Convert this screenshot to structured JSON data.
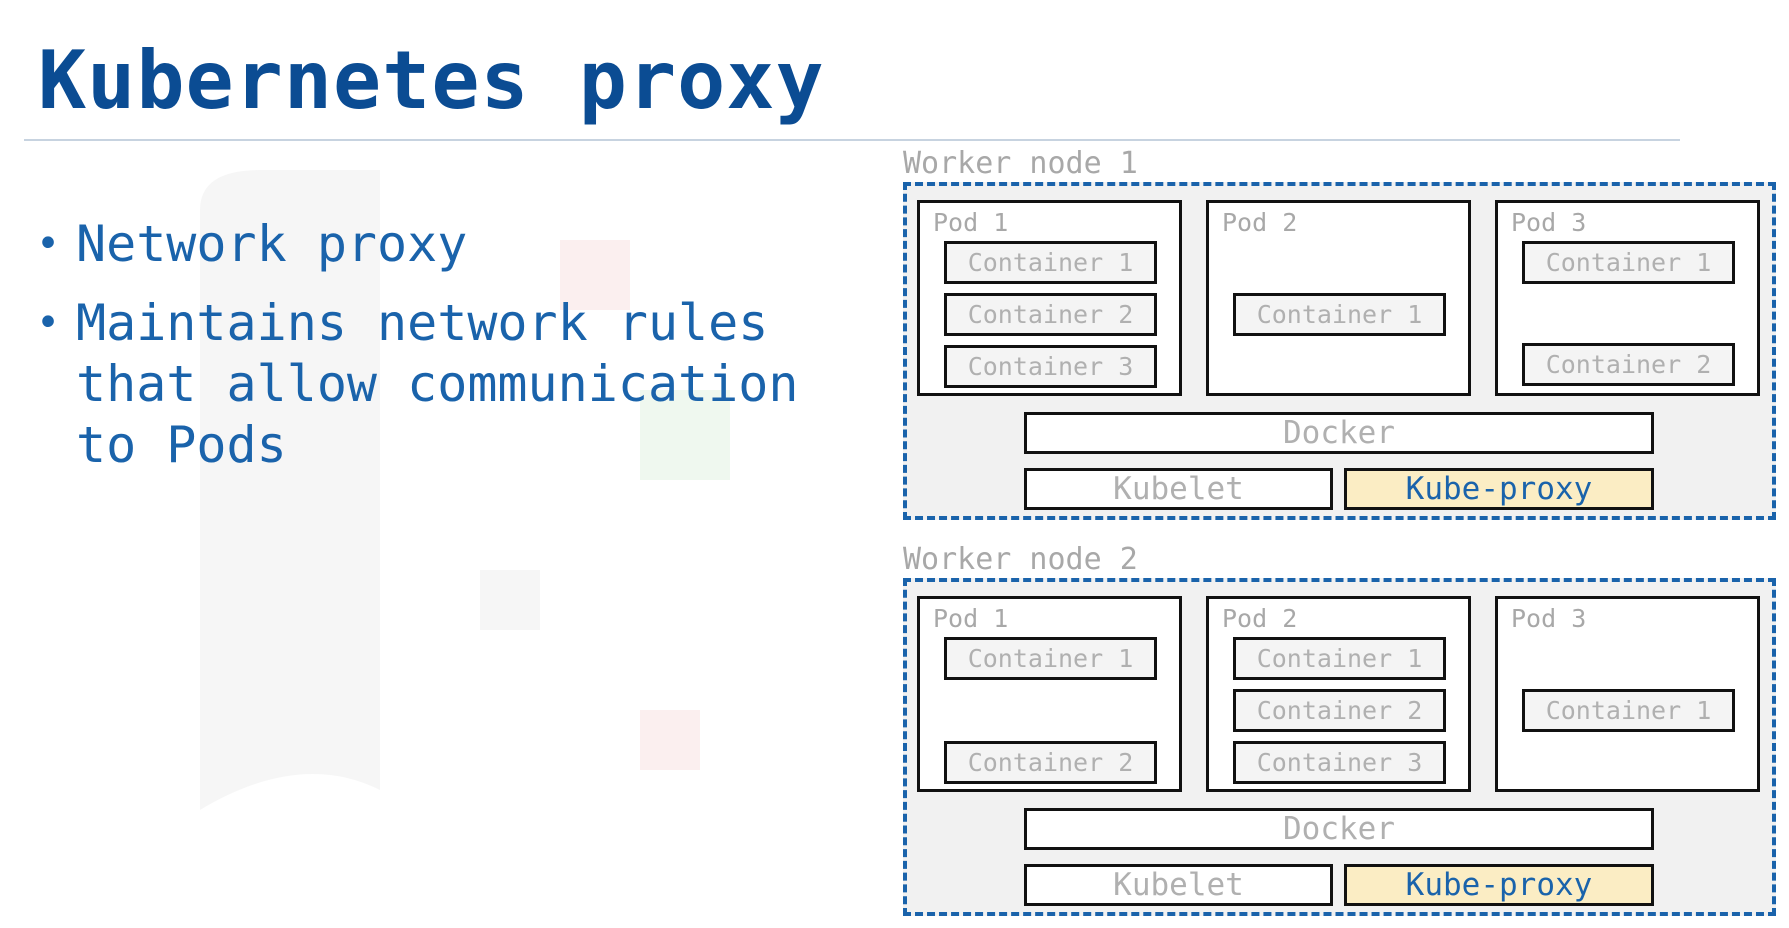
{
  "title": "Kubernetes proxy",
  "bullets": [
    "Network proxy",
    "Maintains network rules that allow communication to Pods"
  ],
  "nodes": [
    {
      "label": "Worker node 1",
      "pods": [
        {
          "label": "Pod 1",
          "containers": [
            "Container 1",
            "Container 2",
            "Container 3"
          ]
        },
        {
          "label": "Pod 2",
          "containers": [
            "Container 1"
          ]
        },
        {
          "label": "Pod 3",
          "containers": [
            "Container 1",
            "Container 2"
          ]
        }
      ],
      "docker": "Docker",
      "kubelet": "Kubelet",
      "kube_proxy": "Kube-proxy"
    },
    {
      "label": "Worker node 2",
      "pods": [
        {
          "label": "Pod 1",
          "containers": [
            "Container 1",
            "Container 2"
          ]
        },
        {
          "label": "Pod 2",
          "containers": [
            "Container 1",
            "Container 2",
            "Container 3"
          ]
        },
        {
          "label": "Pod 3",
          "containers": [
            "Container 1"
          ]
        }
      ],
      "docker": "Docker",
      "kubelet": "Kubelet",
      "kube_proxy": "Kube-proxy"
    }
  ],
  "colors": {
    "title": "#0b4c93",
    "bullet_text": "#1a63ab",
    "node_border": "#1a63ab",
    "kube_proxy_fill": "#fbedc4"
  }
}
